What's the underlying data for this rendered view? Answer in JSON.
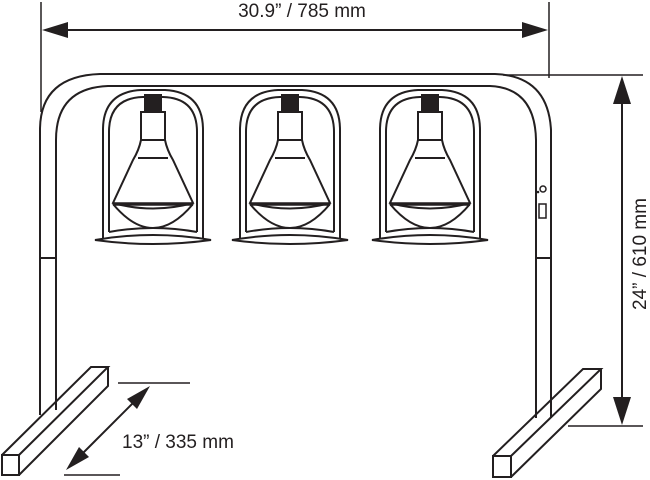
{
  "dimensions": {
    "width": "30.9” / 785 mm",
    "height": "24” / 610 mm",
    "depth": "13” / 335 mm"
  },
  "lamp_count": 3,
  "colors": {
    "line": "#231f20",
    "background": "#ffffff"
  }
}
